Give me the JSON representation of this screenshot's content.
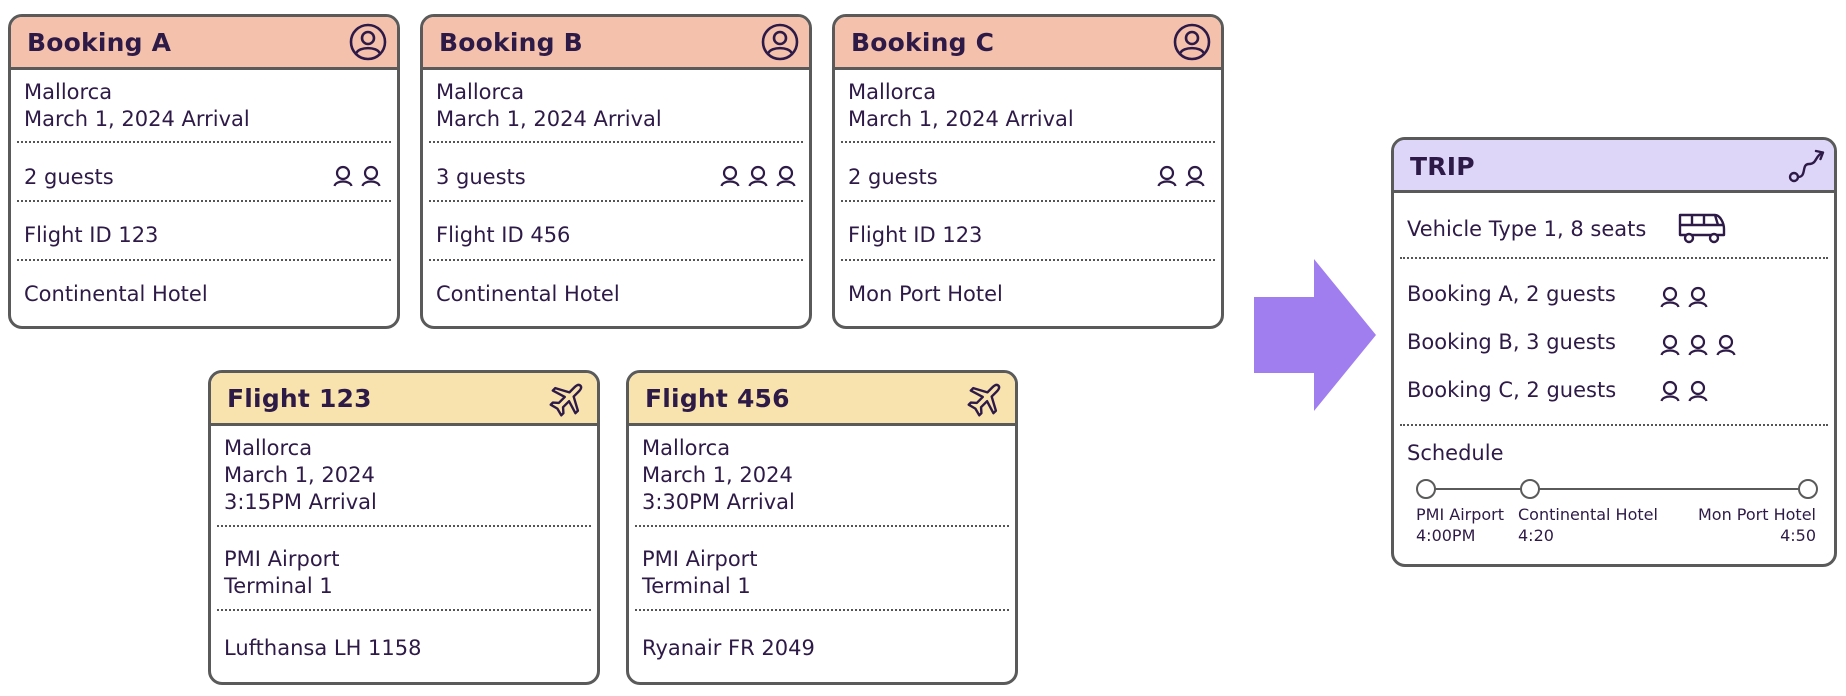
{
  "colors": {
    "booking_header": "#f4c1ad",
    "flight_header": "#f8e2ae",
    "trip_header": "#ddd6f9",
    "arrow": "#a07ef0",
    "border": "#5a5a5a",
    "text": "#2e1a47"
  },
  "bookings": [
    {
      "title": "Booking A",
      "location": "Mallorca",
      "arrival": "March 1, 2024 Arrival",
      "guests_label": "2 guests",
      "guest_count": 2,
      "flight": "Flight ID 123",
      "hotel": "Continental Hotel",
      "icon": "user-circle-icon"
    },
    {
      "title": "Booking B",
      "location": "Mallorca",
      "arrival": "March 1, 2024 Arrival",
      "guests_label": "3 guests",
      "guest_count": 3,
      "flight": "Flight ID 456",
      "hotel": "Continental Hotel",
      "icon": "user-circle-icon"
    },
    {
      "title": "Booking C",
      "location": "Mallorca",
      "arrival": "March 1, 2024 Arrival",
      "guests_label": "2 guests",
      "guest_count": 2,
      "flight": "Flight ID 123",
      "hotel": "Mon Port Hotel",
      "icon": "user-circle-icon"
    }
  ],
  "flights": [
    {
      "title": "Flight 123",
      "location": "Mallorca",
      "date": "March 1, 2024",
      "arrival": "3:15PM Arrival",
      "airport": "PMI Airport",
      "terminal": "Terminal 1",
      "carrier": "Lufthansa LH 1158",
      "icon": "airplane-icon"
    },
    {
      "title": "Flight 456",
      "location": "Mallorca",
      "date": "March 1, 2024",
      "arrival": "3:30PM Arrival",
      "airport": "PMI Airport",
      "terminal": "Terminal 1",
      "carrier": "Ryanair FR 2049",
      "icon": "airplane-icon"
    }
  ],
  "trip": {
    "title": "TRIP",
    "icon": "route-icon",
    "vehicle": "Vehicle Type 1, 8 seats",
    "vehicle_icon": "van-icon",
    "bookings": [
      {
        "label": "Booking A, 2 guests",
        "guest_count": 2
      },
      {
        "label": "Booking B, 3 guests",
        "guest_count": 3
      },
      {
        "label": "Booking C, 2 guests",
        "guest_count": 2
      }
    ],
    "schedule_label": "Schedule",
    "stops": [
      {
        "name": "PMI Airport",
        "time": "4:00PM"
      },
      {
        "name": "Continental Hotel",
        "time": "4:20"
      },
      {
        "name": "Mon Port Hotel",
        "time": "4:50"
      }
    ]
  }
}
